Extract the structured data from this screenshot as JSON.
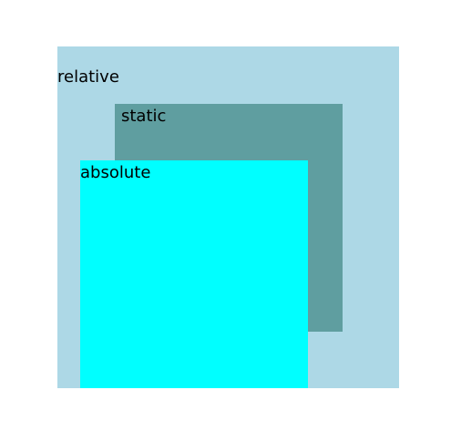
{
  "boxes": {
    "relative": {
      "label": "relative",
      "color": "#add8e6"
    },
    "static": {
      "label": "static",
      "color": "#5f9ea0"
    },
    "absolute": {
      "label": "absolute",
      "color": "#00ffff"
    }
  }
}
